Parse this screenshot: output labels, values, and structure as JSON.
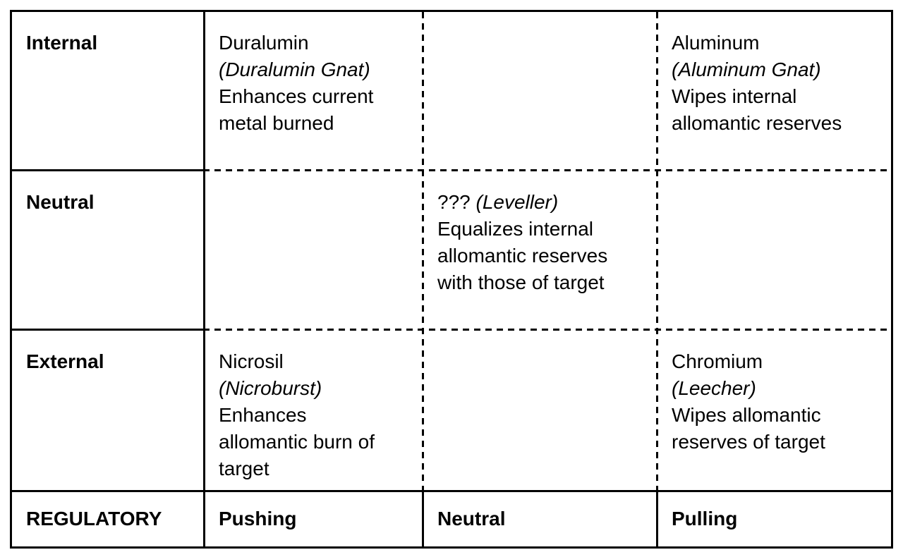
{
  "matrix": {
    "rows": [
      {
        "label": "Internal"
      },
      {
        "label": "Neutral"
      },
      {
        "label": "External"
      }
    ],
    "footer": {
      "label": "REGULATORY",
      "columns": [
        "Pushing",
        "Neutral",
        "Pulling"
      ]
    },
    "cells": {
      "internal_pushing": {
        "name": "Duralumin",
        "alias": "(Duralumin Gnat)",
        "desc": "Enhances current\nmetal burned"
      },
      "internal_pulling": {
        "name": "Aluminum",
        "alias": "(Aluminum Gnat)",
        "desc": "Wipes internal\nallomantic reserves"
      },
      "neutral_neutral": {
        "name": "???",
        "alias": "(Leveller)",
        "desc": "Equalizes internal\nallomantic reserves\nwith those of target"
      },
      "external_pushing": {
        "name": "Nicrosil",
        "alias": "(Nicroburst)",
        "desc": "Enhances\nallomantic burn of\ntarget"
      },
      "external_pulling": {
        "name": "Chromium",
        "alias": "(Leecher)",
        "desc": "Wipes allomantic\nreserves of target"
      }
    },
    "colors": {
      "border": "#000000",
      "text": "#000000",
      "background": "#ffffff"
    }
  }
}
